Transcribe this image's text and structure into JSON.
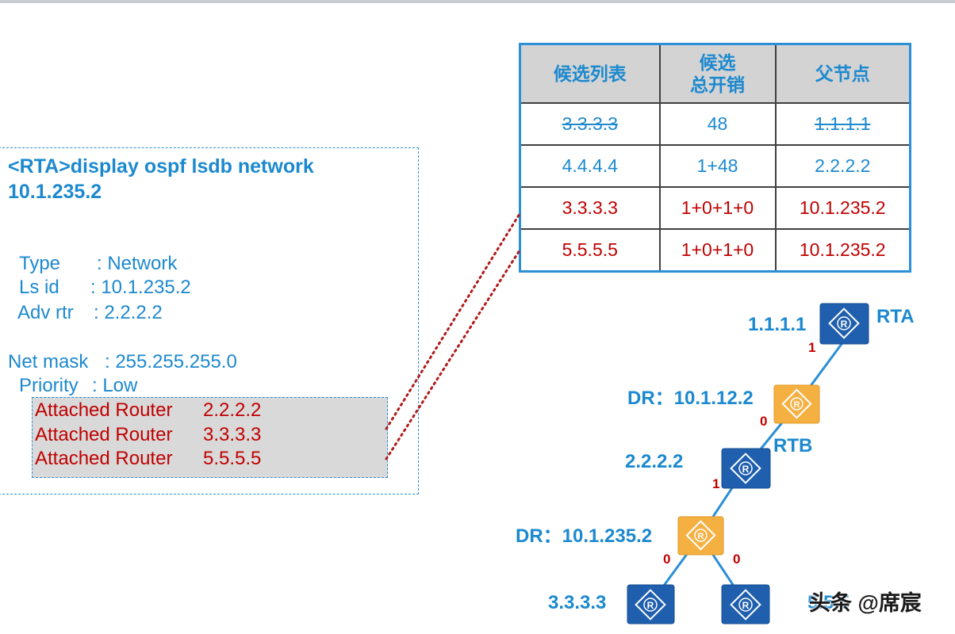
{
  "command": {
    "line1": "<RTA>display ospf lsdb network",
    "line2": "10.1.235.2"
  },
  "lsa_fields": [
    {
      "key": "Type",
      "value": ": Network"
    },
    {
      "key": "Ls id",
      "value": ": 10.1.235.2"
    },
    {
      "key": "Adv rtr",
      "value": ": 2.2.2.2"
    },
    {
      "key": "Net mask",
      "value": ": 255.255.255.0"
    },
    {
      "key": "Priority",
      "value": ": Low"
    }
  ],
  "attached_routers": [
    {
      "label": "Attached Router",
      "value": "2.2.2.2"
    },
    {
      "label": "Attached Router",
      "value": "3.3.3.3"
    },
    {
      "label": "Attached Router",
      "value": "5.5.5.5"
    }
  ],
  "candidate_table": {
    "headers": [
      "候选列表",
      "候选\n总开销",
      "父节点"
    ],
    "rows": [
      {
        "candidate": "3.3.3.3",
        "cost": "48",
        "parent": "1.1.1.1",
        "style": "struck"
      },
      {
        "candidate": "4.4.4.4",
        "cost": "1+48",
        "parent": "2.2.2.2",
        "style": "blue"
      },
      {
        "candidate": "3.3.3.3",
        "cost": "1+0+1+0",
        "parent": "10.1.235.2",
        "style": "red"
      },
      {
        "candidate": "5.5.5.5",
        "cost": "1+0+1+0",
        "parent": "10.1.235.2",
        "style": "red"
      }
    ]
  },
  "topology": {
    "labels": {
      "rta_id": "1.1.1.1",
      "rta_name": "RTA",
      "dr1": "DR：10.1.12.2",
      "rtb_name": "RTB",
      "rtb_id": "2.2.2.2",
      "dr2": "DR：10.1.235.2",
      "r3_id": "3.3.3.3",
      "r5_id": "5.5.5"
    },
    "costs": {
      "rta_dr1": "1",
      "dr1_rtb": "0",
      "rtb_dr2": "1",
      "dr2_r3": "0",
      "dr2_r5": "0"
    },
    "router_icon_letter": "R"
  },
  "watermark": "头条 @席宸",
  "colors": {
    "blue_text": "#1c89cf",
    "red_text": "#c00000",
    "router_fill": "#1f5fae",
    "dr_fill": "#f5b042",
    "link": "#2b8fd6"
  }
}
